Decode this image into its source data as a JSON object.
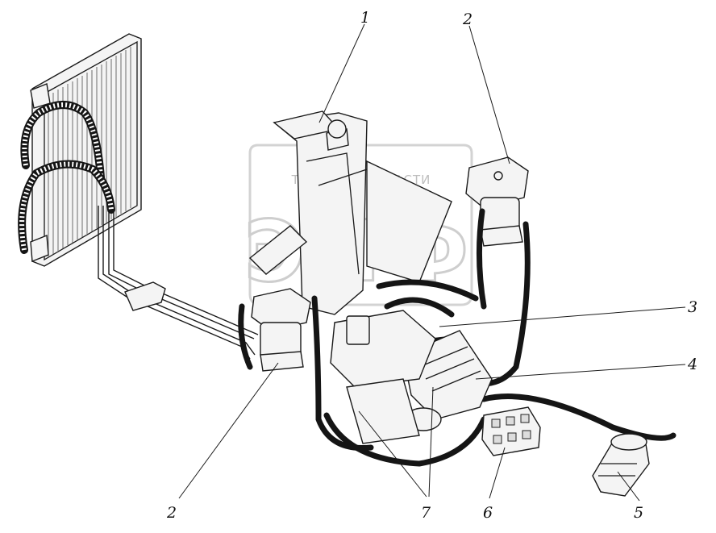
{
  "watermark": {
    "brand_line": "ТЕХНО  ✿  ЗАПЧАСТИ",
    "logo_text": "ЭПФ"
  },
  "callouts": [
    "1",
    "2",
    "3",
    "4",
    "2",
    "5",
    "6",
    "7"
  ]
}
